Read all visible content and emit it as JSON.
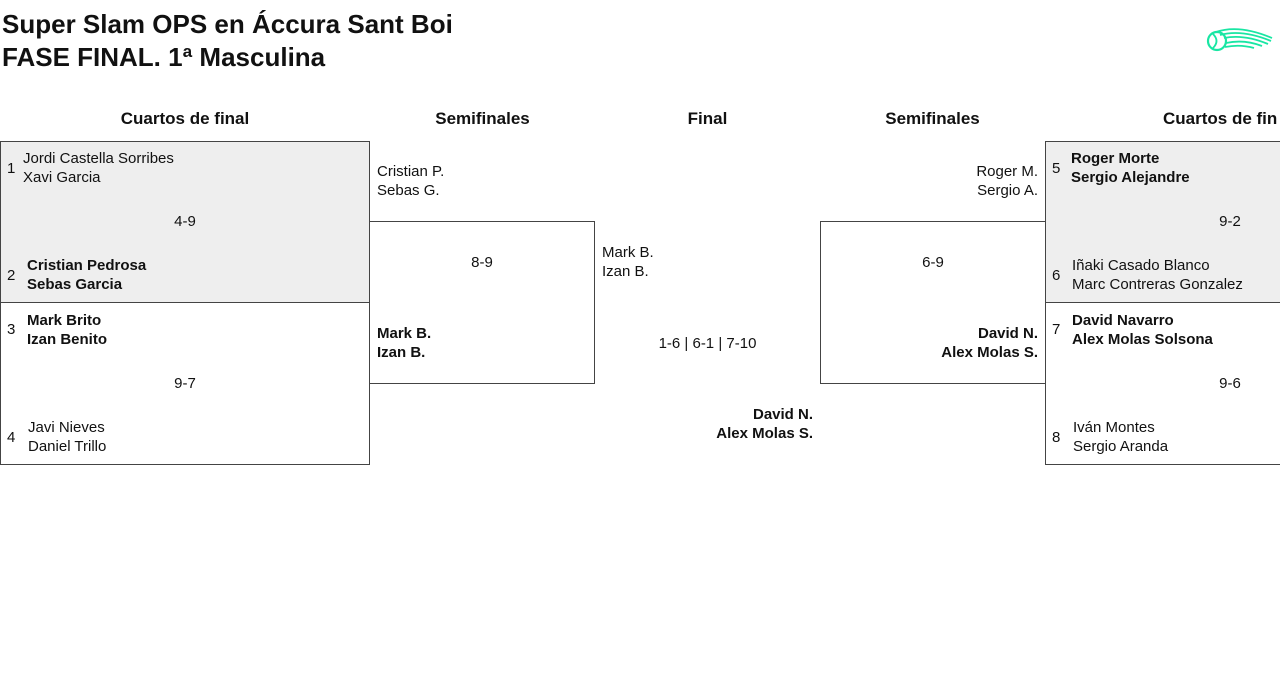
{
  "header": {
    "title_line1": "Super Slam OPS en Áccura Sant Boi",
    "title_line2": "FASE FINAL. 1ª Masculina"
  },
  "logo_icon": "tennis-ball-logo",
  "colors": {
    "logo": "#19e6a3",
    "shade": "#eeeeee",
    "border": "#444444"
  },
  "rounds": {
    "qf_left": "Cuartos de final",
    "sf_left": "Semifinales",
    "final": "Final",
    "sf_right": "Semifinales",
    "qf_right": "Cuartos de fin"
  },
  "qf_left": [
    {
      "team_a": {
        "seed": "1",
        "p1": "Jordi Castella Sorribes",
        "p2": "Xavi Garcia"
      },
      "score": "4-9",
      "team_b": {
        "seed": "2",
        "p1": "Cristian Pedrosa",
        "p2": "Sebas Garcia"
      }
    },
    {
      "team_a": {
        "seed": "3",
        "p1": "Mark Brito",
        "p2": "Izan Benito"
      },
      "score": "9-7",
      "team_b": {
        "seed": "4",
        "p1": "Javi Nieves",
        "p2": "Daniel Trillo"
      }
    }
  ],
  "sf_left": {
    "team_a": {
      "p1": "Cristian P.",
      "p2": "Sebas G."
    },
    "score": "8-9",
    "team_b": {
      "p1": "Mark B.",
      "p2": "Izan B."
    }
  },
  "final": {
    "team_a": {
      "p1": "Mark B.",
      "p2": "Izan B."
    },
    "score": "1-6 | 6-1 | 7-10",
    "team_b": {
      "p1": "David N.",
      "p2": "Alex Molas S."
    }
  },
  "sf_right": {
    "team_a": {
      "p1": "Roger M.",
      "p2": "Sergio A."
    },
    "score": "6-9",
    "team_b": {
      "p1": "David N.",
      "p2": "Alex Molas S."
    }
  },
  "qf_right": [
    {
      "team_a": {
        "seed": "5",
        "p1": "Roger Morte",
        "p2": "Sergio Alejandre"
      },
      "score": "9-2",
      "team_b": {
        "seed": "6",
        "p1": "Iñaki Casado Blanco",
        "p2": "Marc Contreras Gonzalez"
      }
    },
    {
      "team_a": {
        "seed": "7",
        "p1": "David Navarro",
        "p2": "Alex Molas Solsona"
      },
      "score": "9-6",
      "team_b": {
        "seed": "8",
        "p1": "Iván Montes",
        "p2": "Sergio Aranda"
      }
    }
  ]
}
